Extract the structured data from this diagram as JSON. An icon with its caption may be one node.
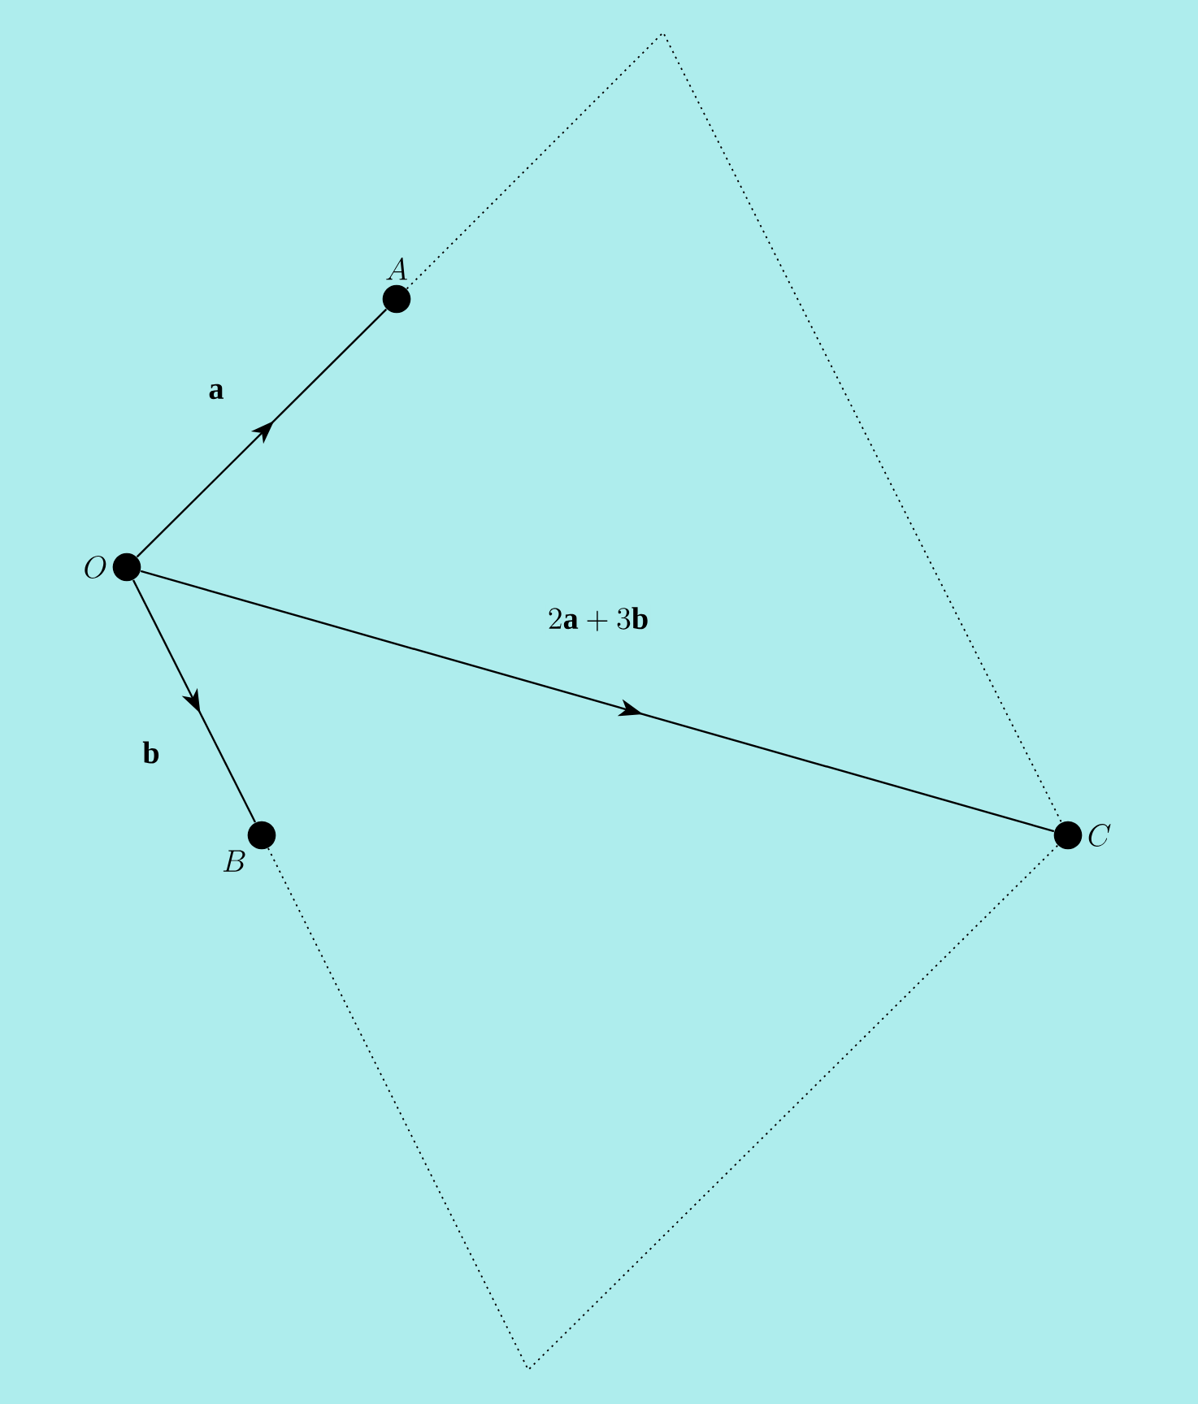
{
  "diagram": {
    "nodes": [
      {
        "text": [
          "O"
        ]
      },
      {
        "text": [
          "A"
        ]
      },
      {
        "text": [
          "B"
        ]
      },
      {
        "text": [
          "C"
        ]
      }
    ],
    "edges": [
      {
        "from": 0,
        "to": 1,
        "arrow": "to",
        "label": "\\mathbf{a}"
      },
      {
        "from": 0,
        "to": 2,
        "arrow": "to",
        "label": "\\mathbf{b}"
      },
      {
        "from": 0,
        "to": 3,
        "arrow": "to",
        "label": "2\\mathbf{a}+3\\mathbf{b}"
      },
      {
        "from": 1,
        "to": 3,
        "arrow": "none",
        "style": "dashed"
      },
      {
        "from": 2,
        "to": 3,
        "arrow": "none",
        "style": "dashed"
      }
    ]
  }
}
